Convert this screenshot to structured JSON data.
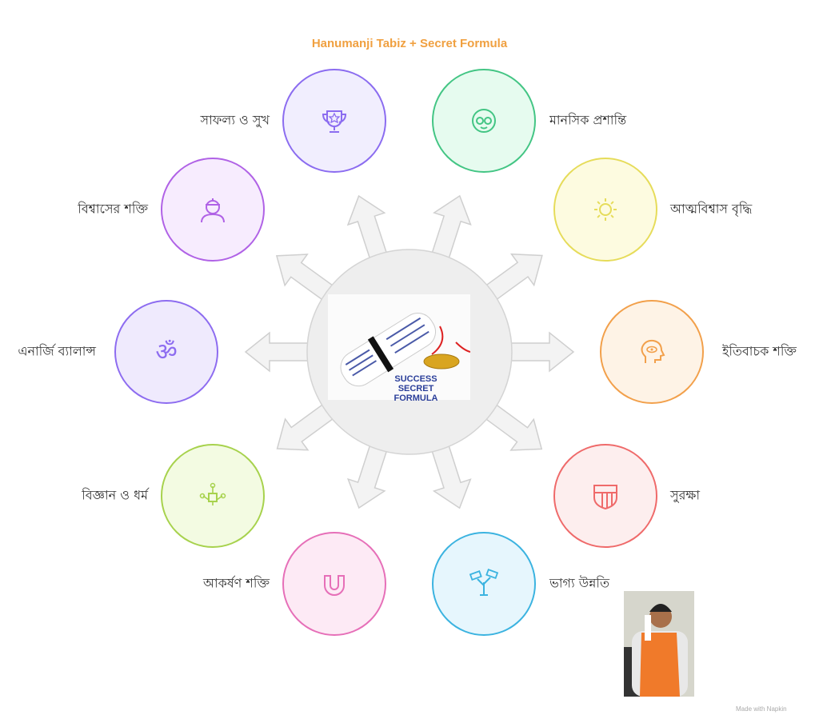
{
  "title": "Hanumanji Tabiz + Secret Formula",
  "center": {
    "caption_line1": "SUCCESS SECRET",
    "caption_line2": "FORMULA"
  },
  "nodes": [
    {
      "label": "সাফল্য ও সুখ",
      "icon": "trophy-icon",
      "stroke": "#8b6cf0",
      "fill": "#f1eefe"
    },
    {
      "label": "মানসিক প্রশান্তি",
      "icon": "face-mask-icon",
      "stroke": "#43c584",
      "fill": "#e6fbef"
    },
    {
      "label": "বিশ্বাসের শক্তি",
      "icon": "devotee-icon",
      "stroke": "#b062e6",
      "fill": "#f7ecfe"
    },
    {
      "label": "আত্মবিশ্বাস বৃদ্ধি",
      "icon": "sun-icon",
      "stroke": "#e6dc5a",
      "fill": "#fdfbe0"
    },
    {
      "label": "এনার্জি ব্যালান্স",
      "icon": "om-icon",
      "stroke": "#8d6cf0",
      "fill": "#efeafd"
    },
    {
      "label": "ইতিবাচক শক্তি",
      "icon": "head-eye-icon",
      "stroke": "#f2a04b",
      "fill": "#fef3e6"
    },
    {
      "label": "বিজ্ঞান ও ধর্ম",
      "icon": "network-icon",
      "stroke": "#a7d24d",
      "fill": "#f3fbe2"
    },
    {
      "label": "সুরক্ষা",
      "icon": "shield-icon",
      "stroke": "#ef6a6a",
      "fill": "#fdeeee"
    },
    {
      "label": "আকর্ষণ শক্তি",
      "icon": "magnet-icon",
      "stroke": "#e66fb8",
      "fill": "#fdeaf5"
    },
    {
      "label": "ভাগ্য উন্নতি",
      "icon": "money-plant-icon",
      "stroke": "#3bb3e0",
      "fill": "#e6f6fd"
    }
  ],
  "footer": "Made with Napkin"
}
